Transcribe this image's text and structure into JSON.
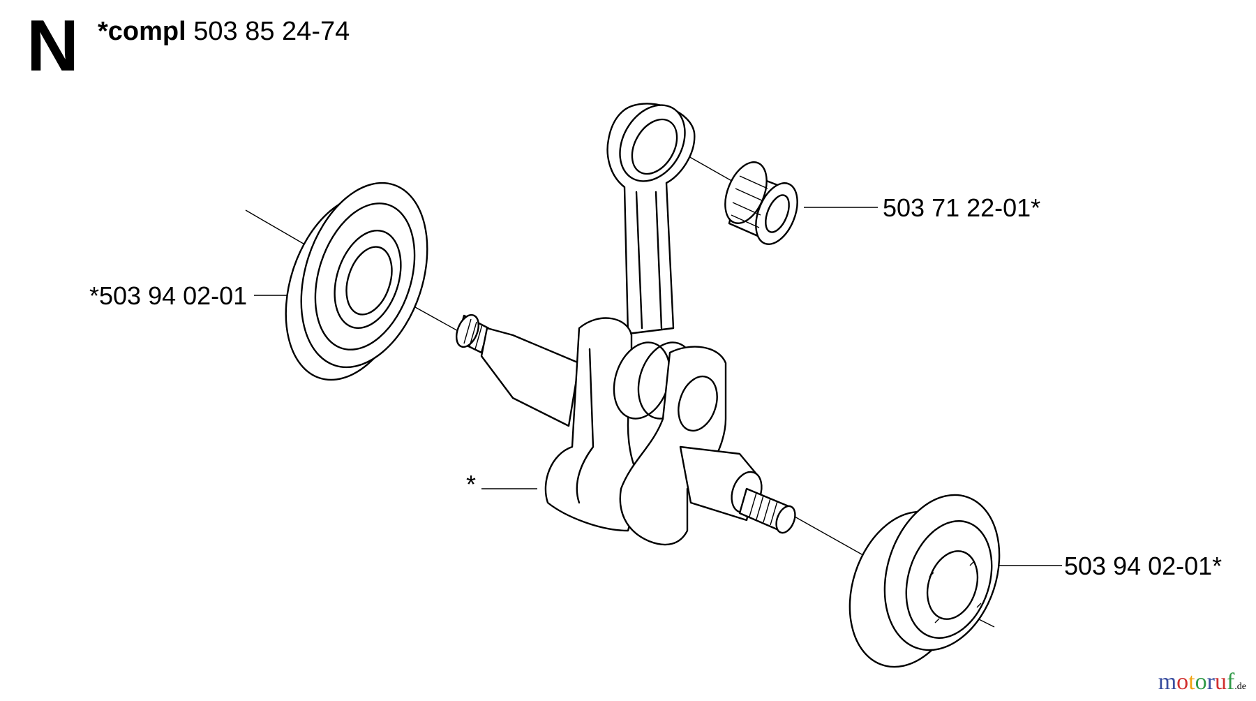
{
  "header": {
    "section_letter": "N",
    "assembly_label": "*compl",
    "assembly_number": "503 85 24-74"
  },
  "callouts": {
    "needle_bearing": "503 71 22-01*",
    "left_ball_bearing": "*503 94 02-01",
    "crankshaft": "*",
    "right_ball_bearing": "503 94 02-01*"
  },
  "watermark": {
    "text": "motoruf",
    "suffix": ".de",
    "colors": [
      "#3a4fa0",
      "#d1302f",
      "#f2a413",
      "#2f9a47",
      "#3a4fa0",
      "#d1302f",
      "#2f9a47"
    ]
  },
  "icons": [
    "crankshaft-icon",
    "connecting-rod-icon",
    "needle-bearing-icon",
    "ball-bearing-icon"
  ]
}
